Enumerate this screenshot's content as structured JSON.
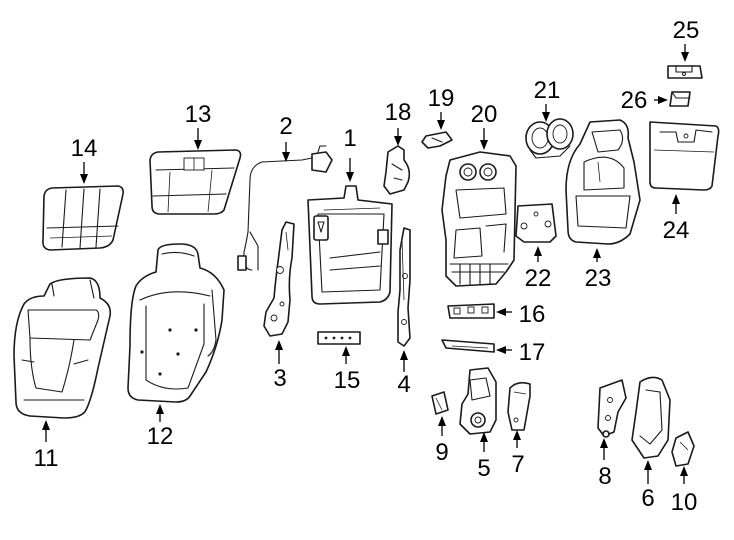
{
  "callouts": [
    {
      "id": "1",
      "label": "1"
    },
    {
      "id": "2",
      "label": "2"
    },
    {
      "id": "3",
      "label": "3"
    },
    {
      "id": "4",
      "label": "4"
    },
    {
      "id": "5",
      "label": "5"
    },
    {
      "id": "6",
      "label": "6"
    },
    {
      "id": "7",
      "label": "7"
    },
    {
      "id": "8",
      "label": "8"
    },
    {
      "id": "9",
      "label": "9"
    },
    {
      "id": "10",
      "label": "10"
    },
    {
      "id": "11",
      "label": "11"
    },
    {
      "id": "12",
      "label": "12"
    },
    {
      "id": "13",
      "label": "13"
    },
    {
      "id": "14",
      "label": "14"
    },
    {
      "id": "15",
      "label": "15"
    },
    {
      "id": "16",
      "label": "16"
    },
    {
      "id": "17",
      "label": "17"
    },
    {
      "id": "18",
      "label": "18"
    },
    {
      "id": "19",
      "label": "19"
    },
    {
      "id": "20",
      "label": "20"
    },
    {
      "id": "21",
      "label": "21"
    },
    {
      "id": "22",
      "label": "22"
    },
    {
      "id": "23",
      "label": "23"
    },
    {
      "id": "24",
      "label": "24"
    },
    {
      "id": "25",
      "label": "25"
    },
    {
      "id": "26",
      "label": "26"
    }
  ]
}
